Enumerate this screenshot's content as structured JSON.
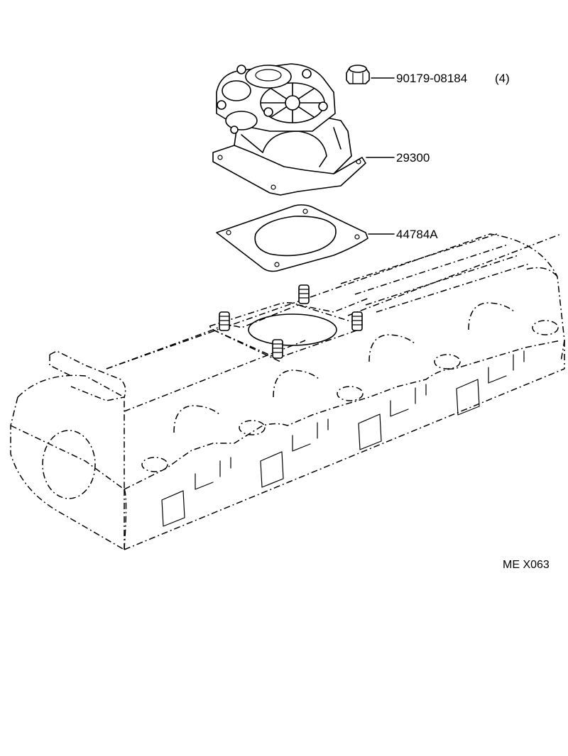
{
  "parts": [
    {
      "id": "nut",
      "part_no": "90179-08184",
      "qty": "(4)"
    },
    {
      "id": "vacuum-pump",
      "part_no": "29300"
    },
    {
      "id": "gasket",
      "part_no": "44784A"
    }
  ],
  "diagram_code": "ME X063"
}
